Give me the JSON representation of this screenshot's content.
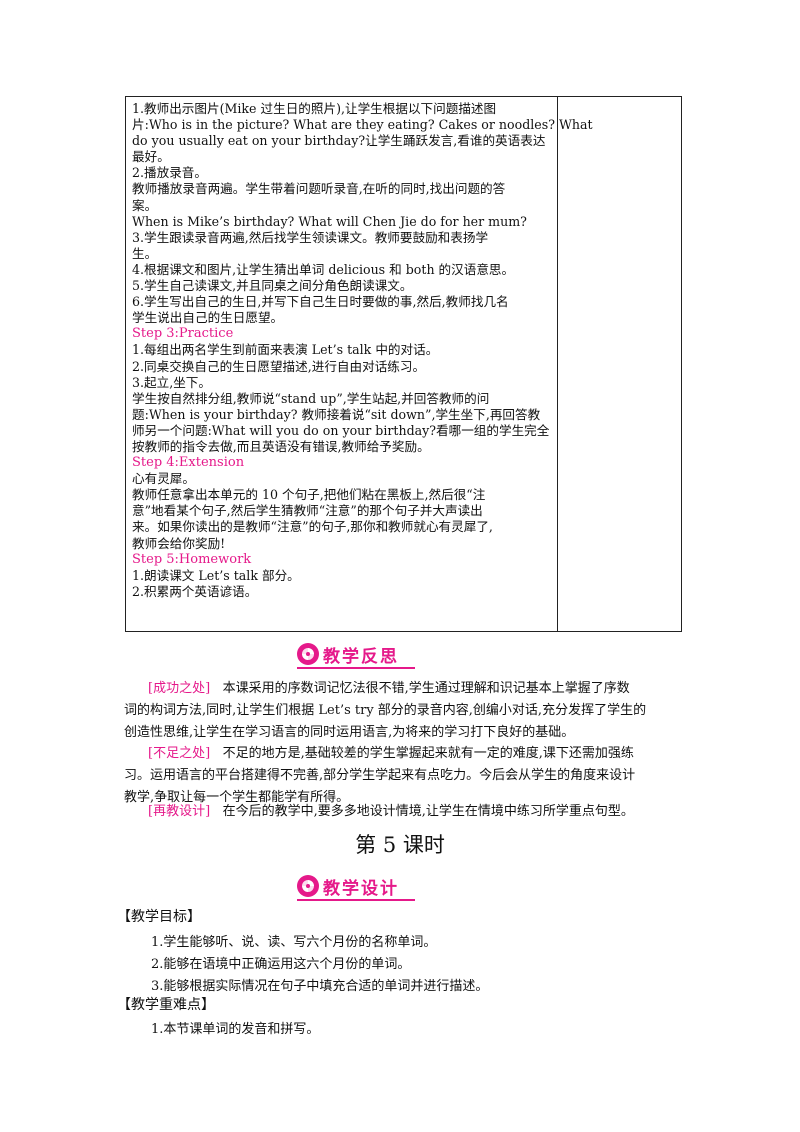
{
  "table": {
    "lines": [
      {
        "text": "1.教师出示图片(Mike  过生日的照片),让学生根据以下问题描述图",
        "step": false
      },
      {
        "text": "片:Who is in the picture? What are they eating? Cakes or noodles? What",
        "step": false
      },
      {
        "text": "do you usually eat on your birthday?让学生踊跃发言,看谁的英语表达",
        "step": false
      },
      {
        "text": "最好。",
        "step": false
      },
      {
        "text": "2.播放录音。",
        "step": false
      },
      {
        "text": "教师播放录音两遍。学生带着问题听录音,在听的同时,找出问题的答",
        "step": false
      },
      {
        "text": "案。",
        "step": false
      },
      {
        "text": "When is Mike’s birthday? What will Chen Jie do for her mum?",
        "step": false
      },
      {
        "text": "3.学生跟读录音两遍,然后找学生领读课文。教师要鼓励和表扬学",
        "step": false
      },
      {
        "text": "生。",
        "step": false
      },
      {
        "text": "4.根据课文和图片,让学生猜出单词 delicious 和 both 的汉语意思。",
        "step": false
      },
      {
        "text": "5.学生自己读课文,并且同桌之间分角色朗读课文。",
        "step": false
      },
      {
        "text": "6.学生写出自己的生日,并写下自己生日时要做的事,然后,教师找几名",
        "step": false
      },
      {
        "text": "学生说出自己的生日愿望。",
        "step": false
      },
      {
        "text": "Step 3:Practice",
        "step": true
      },
      {
        "text": "1.每组出两名学生到前面来表演 Let’s talk 中的对话。",
        "step": false
      },
      {
        "text": "2.同桌交换自己的生日愿望描述,进行自由对话练习。",
        "step": false
      },
      {
        "text": "3.起立,坐下。",
        "step": false
      },
      {
        "text": "学生按自然排分组,教师说“stand up”,学生站起,并回答教师的问",
        "step": false
      },
      {
        "text": "题:When is your birthday?  教师接着说“sit down”,学生坐下,再回答教",
        "step": false
      },
      {
        "text": "师另一个问题:What will you do on your birthday?看哪一组的学生完全",
        "step": false
      },
      {
        "text": "按教师的指令去做,而且英语没有错误,教师给予奖励。",
        "step": false
      },
      {
        "text": "Step 4:Extension",
        "step": true
      },
      {
        "text": "心有灵犀。",
        "step": false
      },
      {
        "text": "教师任意拿出本单元的 10 个句子,把他们粘在黑板上,然后很“注",
        "step": false
      },
      {
        "text": "意”地看某个句子,然后学生猜教师“注意”的那个句子并大声读出",
        "step": false
      },
      {
        "text": "来。如果你读出的是教师“注意”的句子,那你和教师就心有灵犀了,",
        "step": false
      },
      {
        "text": "教师会给你奖励!",
        "step": false
      },
      {
        "text": "Step 5:Homework",
        "step": true
      },
      {
        "text": "1.朗读课文 Let’s talk 部分。",
        "step": false
      },
      {
        "text": "2.积累两个英语谚语。",
        "step": false
      }
    ]
  },
  "reflection": {
    "banner_title": "教学反思",
    "success_tag": "[成功之处]",
    "success_lines": [
      "本课采用的序数词记忆法很不错,学生通过理解和识记基本上掌握了序数",
      "词的构词方法,同时,让学生们根据 Let’s try 部分的录音内容,创编小对话,充分发挥了学生的",
      "创造性思维,让学生在学习语言的同时运用语言,为将来的学习打下良好的基础。"
    ],
    "shortfall_tag": "[不足之处]",
    "shortfall_lines": [
      "不足的地方是,基础较差的学生掌握起来就有一定的难度,课下还需加强练",
      "习。运用语言的平台搭建得不完善,部分学生学起来有点吃力。今后会从学生的角度来设计",
      "教学,争取让每一个学生都能学有所得。"
    ],
    "redesign_tag": "[再教设计]",
    "redesign_text": "在今后的教学中,要多多地设计情境,让学生在情境中练习所学重点句型。"
  },
  "lesson_heading": "第 5 课时",
  "design": {
    "banner_title": "教学设计",
    "goals_heading": "【教学目标】",
    "goals": [
      "1.学生能够听、说、读、写六个月份的名称单词。",
      "2.能够在语境中正确运用这六个月份的单词。",
      "3.能够根据实际情况在句子中填充合适的单词并进行描述。"
    ],
    "key_points_heading": "【教学重难点】",
    "key_points": [
      "1.本节课单词的发音和拼写。"
    ]
  },
  "colors": {
    "accent": "#e5198a",
    "text": "#111111"
  },
  "icons": [
    "swirl-logo-icon"
  ]
}
